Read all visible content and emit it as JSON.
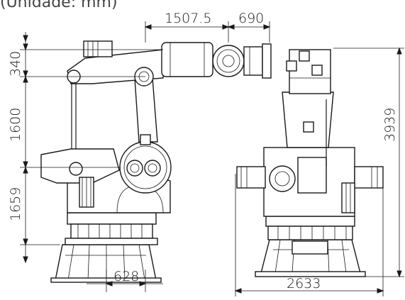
{
  "unit_label": "(Unidade: mm)",
  "dimensions": {
    "reach_a": "1507.5",
    "reach_b": "690",
    "arm_offset": "340",
    "arm_length": "1600",
    "base_height": "1659",
    "base_offset": "628",
    "total_height": "3939",
    "total_width": "2633"
  },
  "colors": {
    "line": "#1a1a1a",
    "background": "#ffffff"
  }
}
